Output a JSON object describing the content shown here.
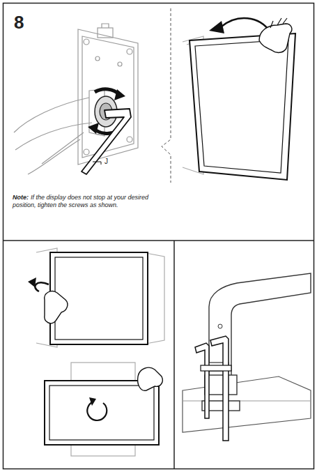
{
  "diagram": {
    "labels": [
      "8",
      "J",
      "Note:",
      "If the display does not stop at your desired position, tighten the screws as shown."
    ]
  }
}
